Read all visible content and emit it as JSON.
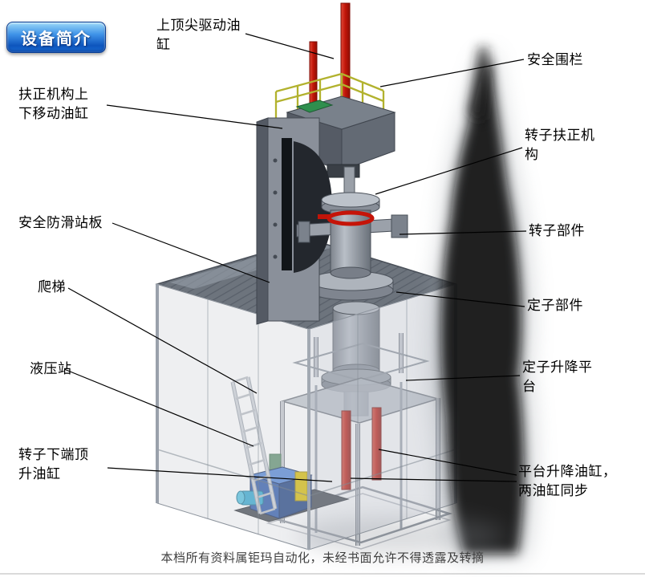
{
  "badge": {
    "label": "设备简介"
  },
  "labels": {
    "top_cylinder": "上顶尖驱动油缸",
    "safety_fence": "安全围栏",
    "centering_cylinder": "扶正机构上下移动油缸",
    "rotor_centering": "转子扶正机构",
    "anti_slip_platform": "安全防滑站板",
    "rotor_part": "转子部件",
    "ladder": "爬梯",
    "stator_part": "定子部件",
    "hydraulic_station": "液压站",
    "stator_lift_platform": "定子升降平台",
    "rotor_lower_jack_cylinder": "转子下端顶升油缸",
    "platform_lift_cylinders": "平台升降油缸，两油缸同步"
  },
  "footer": {
    "watermark": "本档所有资料属钜玛自动化，未经书面允许不得透露及转摘"
  },
  "colors": {
    "badge_blue": "#0d55bd",
    "cylinder_red": "#c01408",
    "railing_yellow": "#b2b22e",
    "hydraulic_blue": "#2a57aa",
    "motor_cyan": "#2fa6cf",
    "platform_gray": "#6d747d",
    "smoke_black": "#0b0b0d"
  }
}
